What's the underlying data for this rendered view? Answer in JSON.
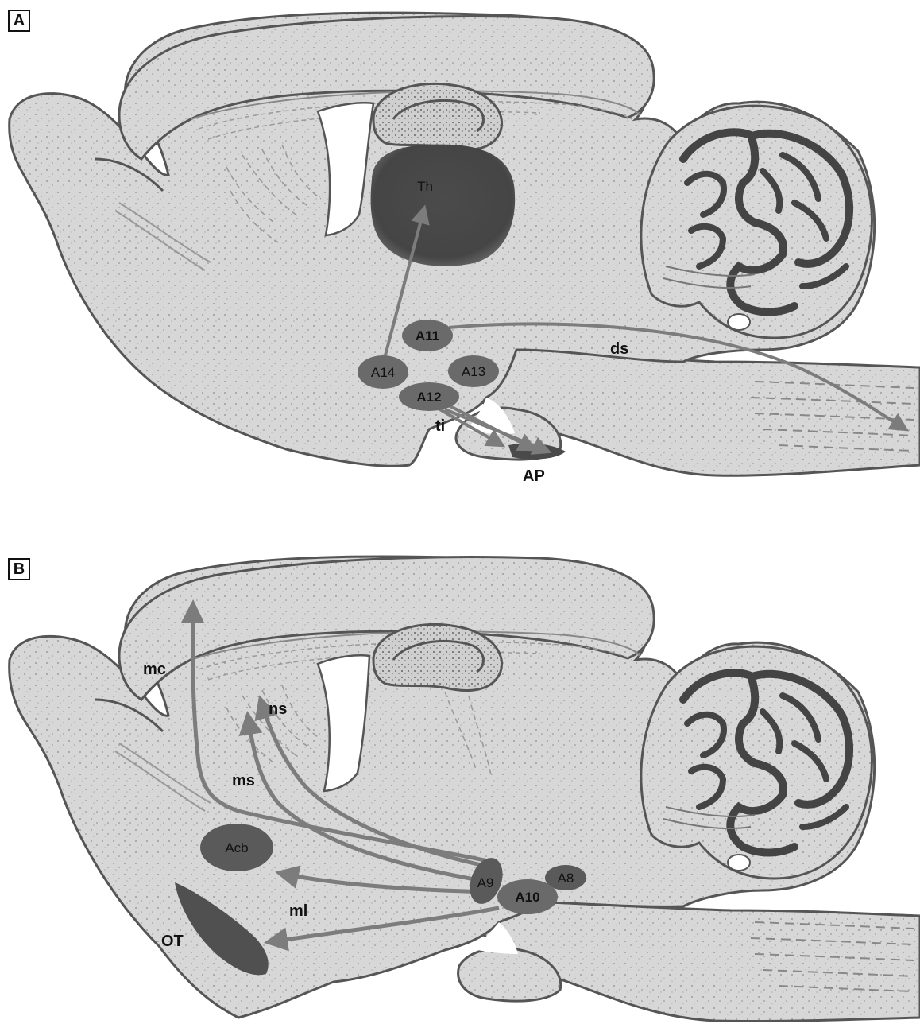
{
  "colors": {
    "tissue": "#d7d7d7",
    "tissue_outline": "#555555",
    "stipple": "#7a7a7a",
    "nucleus": "#6a6a6a",
    "nucleus_dark": "#4d4d4d",
    "thalamus": "#4a4a4a",
    "arrow": "#7c7c7c"
  },
  "panel_a": {
    "letter": "A",
    "regions": {
      "thalamus": "Th",
      "area_postrema": "AP"
    },
    "nuclei": {
      "a11": "A11",
      "a13": "A13",
      "a14": "A14",
      "a12": "A12"
    },
    "pathways": {
      "ds": "ds",
      "ti": "ti"
    }
  },
  "panel_b": {
    "letter": "B",
    "regions": {
      "acb": "Acb",
      "ot": "OT"
    },
    "nuclei": {
      "a9": "A9",
      "a10": "A10",
      "a8": "A8"
    },
    "pathways": {
      "mc": "mc",
      "ns": "ns",
      "ms": "ms",
      "ml": "ml"
    }
  }
}
